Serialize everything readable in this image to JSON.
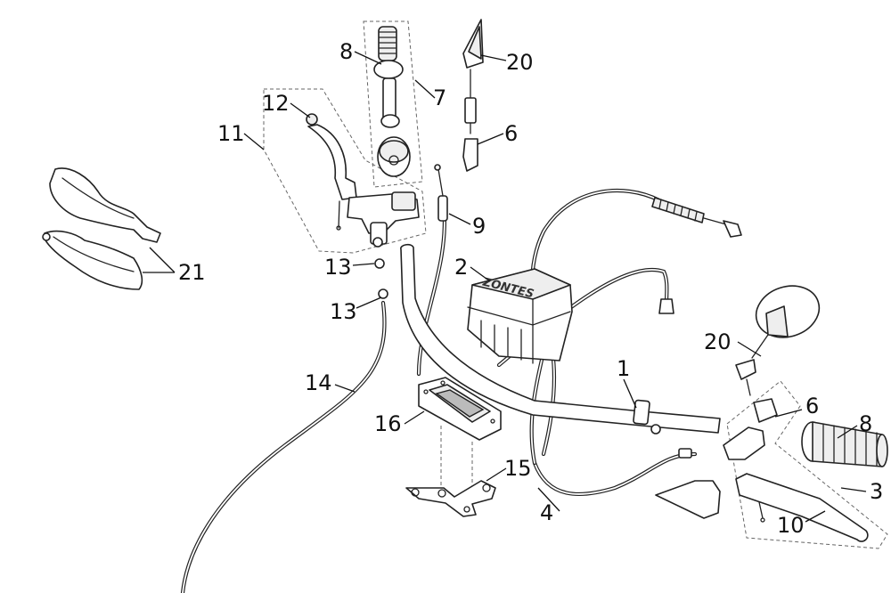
{
  "callouts": {
    "c1": "1",
    "c2": "2",
    "c3": "3",
    "c4": "4",
    "c6a": "6",
    "c6b": "6",
    "c7": "7",
    "c8a": "8",
    "c8b": "8",
    "c9": "9",
    "c10": "10",
    "c11": "11",
    "c12": "12",
    "c13a": "13",
    "c13b": "13",
    "c14": "14",
    "c15": "15",
    "c16": "16",
    "c20a": "20",
    "c20b": "20",
    "c21": "21"
  },
  "logo_text": "ZONTES"
}
